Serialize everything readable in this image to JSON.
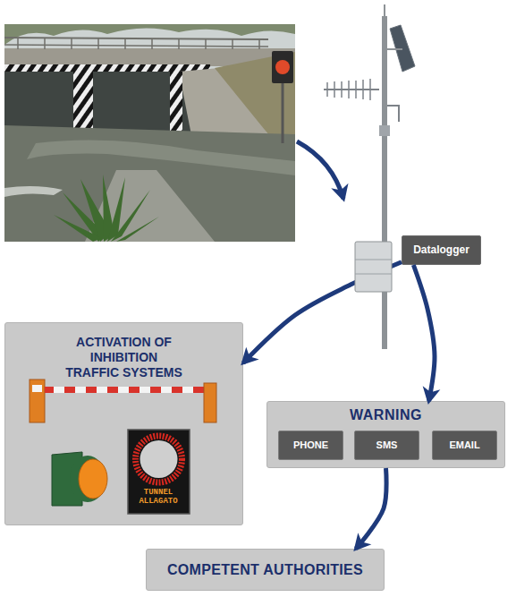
{
  "diagram": {
    "nodes": [
      {
        "text": [
          "Datalogger"
        ]
      },
      {
        "text": [
          "ACTIVATION OF INHIBITION TRAFFIC SYSTEMS"
        ]
      },
      {
        "text": [
          "WARNING"
        ]
      },
      {
        "text": [
          "PHONE"
        ],
        "in": 2
      },
      {
        "text": [
          "SMS"
        ],
        "in": 2
      },
      {
        "text": [
          "EMAIL"
        ],
        "in": 2
      },
      {
        "text": [
          "COMPETENT AUTHORITIES"
        ]
      }
    ],
    "edges": [
      {
        "from": 0,
        "to": 1,
        "arrow": "to"
      },
      {
        "from": 0,
        "to": 2,
        "arrow": "to"
      },
      {
        "from": 2,
        "to": 6,
        "arrow": "to"
      }
    ],
    "labels": [
      "TUNNEL ALLAGATO"
    ]
  }
}
